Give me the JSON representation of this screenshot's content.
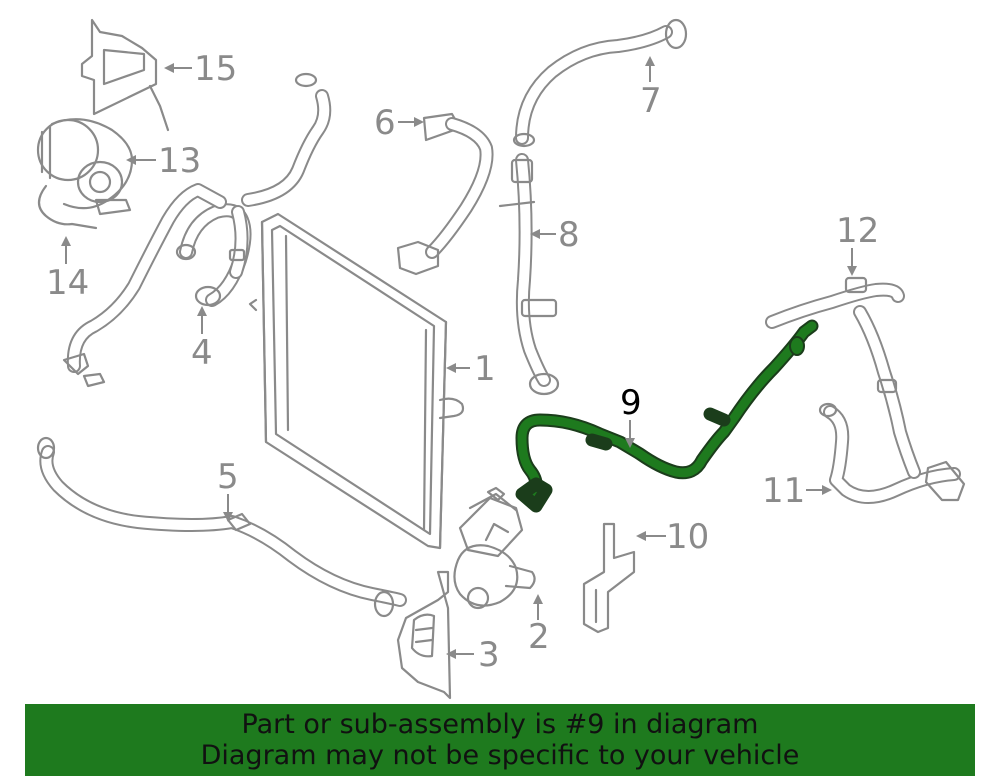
{
  "callouts": {
    "c1": "1",
    "c2": "2",
    "c3": "3",
    "c4": "4",
    "c5": "5",
    "c6": "6",
    "c7": "7",
    "c8": "8",
    "c9": "9",
    "c10": "10",
    "c11": "11",
    "c12": "12",
    "c13": "13",
    "c14": "14",
    "c15": "15"
  },
  "highlighted_part": "9",
  "banner": {
    "line1": "Part or sub-assembly is #9 in diagram",
    "line2": "Diagram may not be specific to your vehicle"
  },
  "colors": {
    "highlight": "#1e7a1e",
    "line_art": "#8a8a8a",
    "banner_bg": "#1e7a1e"
  }
}
